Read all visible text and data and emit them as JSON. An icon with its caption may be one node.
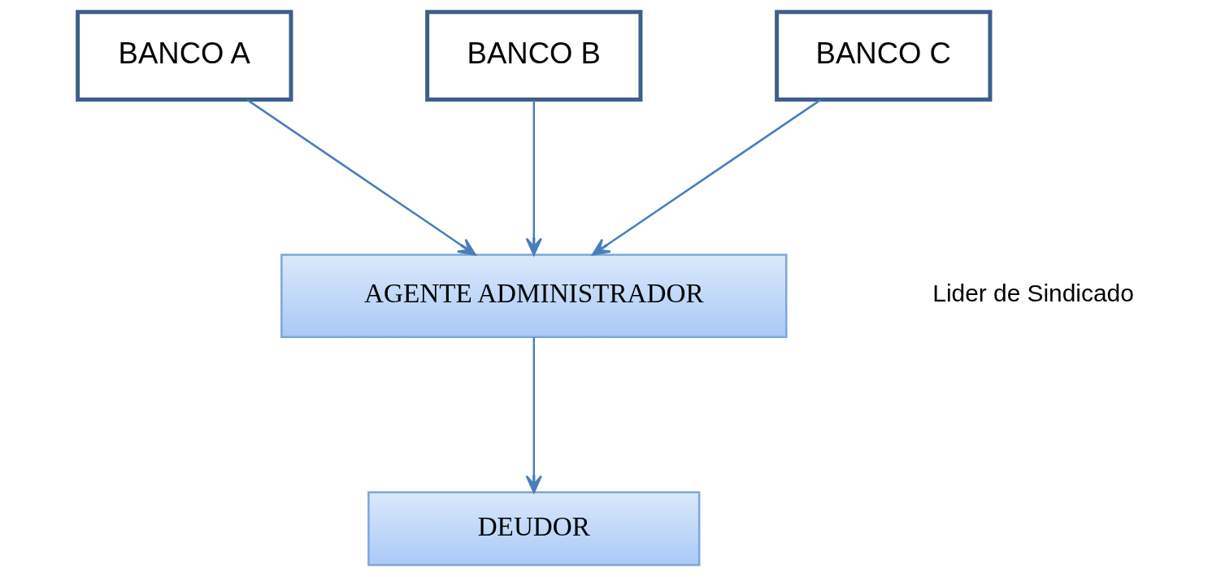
{
  "diagram": {
    "nodes": [
      {
        "text": [
          "BANCO A"
        ]
      },
      {
        "text": [
          "BANCO B"
        ]
      },
      {
        "text": [
          "BANCO C"
        ]
      },
      {
        "text": [
          "AGENTE ADMINISTRADOR"
        ]
      },
      {
        "text": [
          "DEUDOR"
        ]
      }
    ],
    "edges": [
      {
        "from": 0,
        "to": 3,
        "arrow": "to"
      },
      {
        "from": 1,
        "to": 3,
        "arrow": "to"
      },
      {
        "from": 2,
        "to": 3,
        "arrow": "to"
      },
      {
        "from": 3,
        "to": 4,
        "arrow": "to"
      }
    ],
    "labels": [
      "Lider de Sindicado"
    ]
  }
}
